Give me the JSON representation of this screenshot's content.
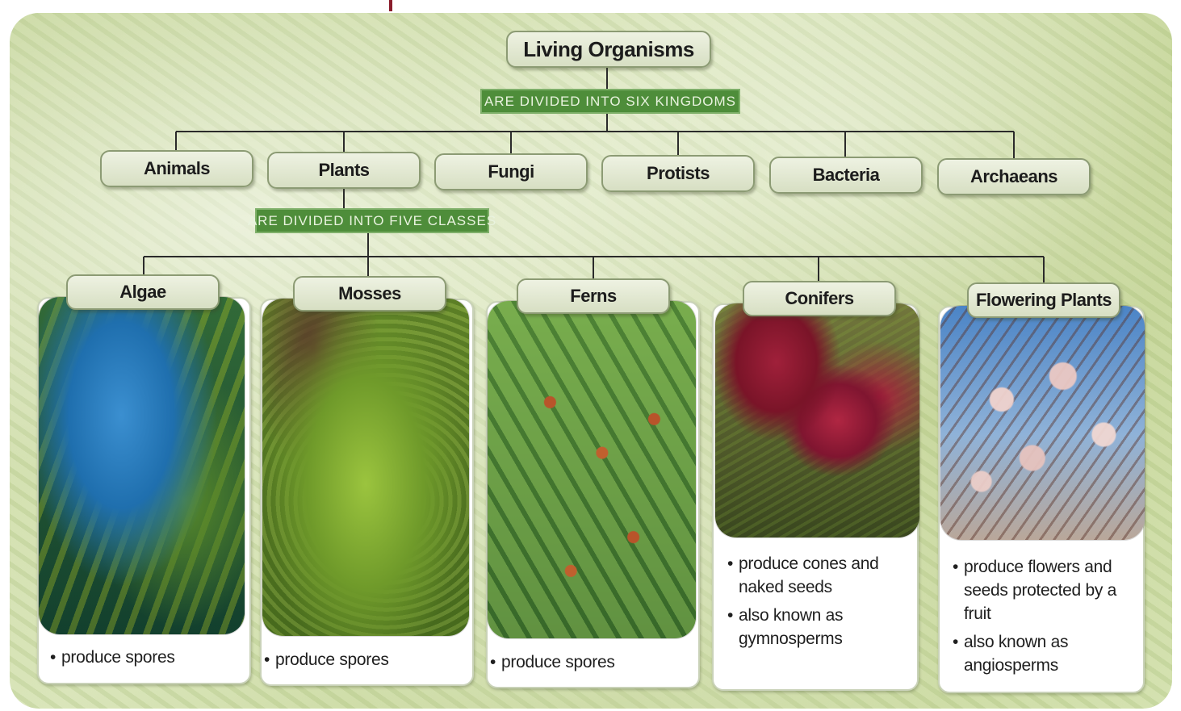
{
  "title": "Living Organisms",
  "kingdoms_label": "ARE DIVIDED INTO SIX KINGDOMS",
  "kingdoms": [
    "Animals",
    "Plants",
    "Fungi",
    "Protists",
    "Bacteria",
    "Archaeans"
  ],
  "classes_label": "ARE DIVIDED INTO FIVE CLASSES",
  "classes": [
    {
      "name": "Algae",
      "facts": [
        "produce spores"
      ]
    },
    {
      "name": "Mosses",
      "facts": [
        "produce spores"
      ]
    },
    {
      "name": "Ferns",
      "facts": [
        "produce spores"
      ]
    },
    {
      "name": "Conifers",
      "facts": [
        "produce cones and naked seeds",
        "also known as gymnosperms"
      ]
    },
    {
      "name": "Flowering Plants",
      "facts": [
        "produce flowers and seeds protected by a fruit",
        "also known as angiosperms"
      ]
    }
  ],
  "colors": {
    "banner": "#4e8d3a",
    "node_fill": "#e3e9d2",
    "connector": "#2b2b2b"
  }
}
